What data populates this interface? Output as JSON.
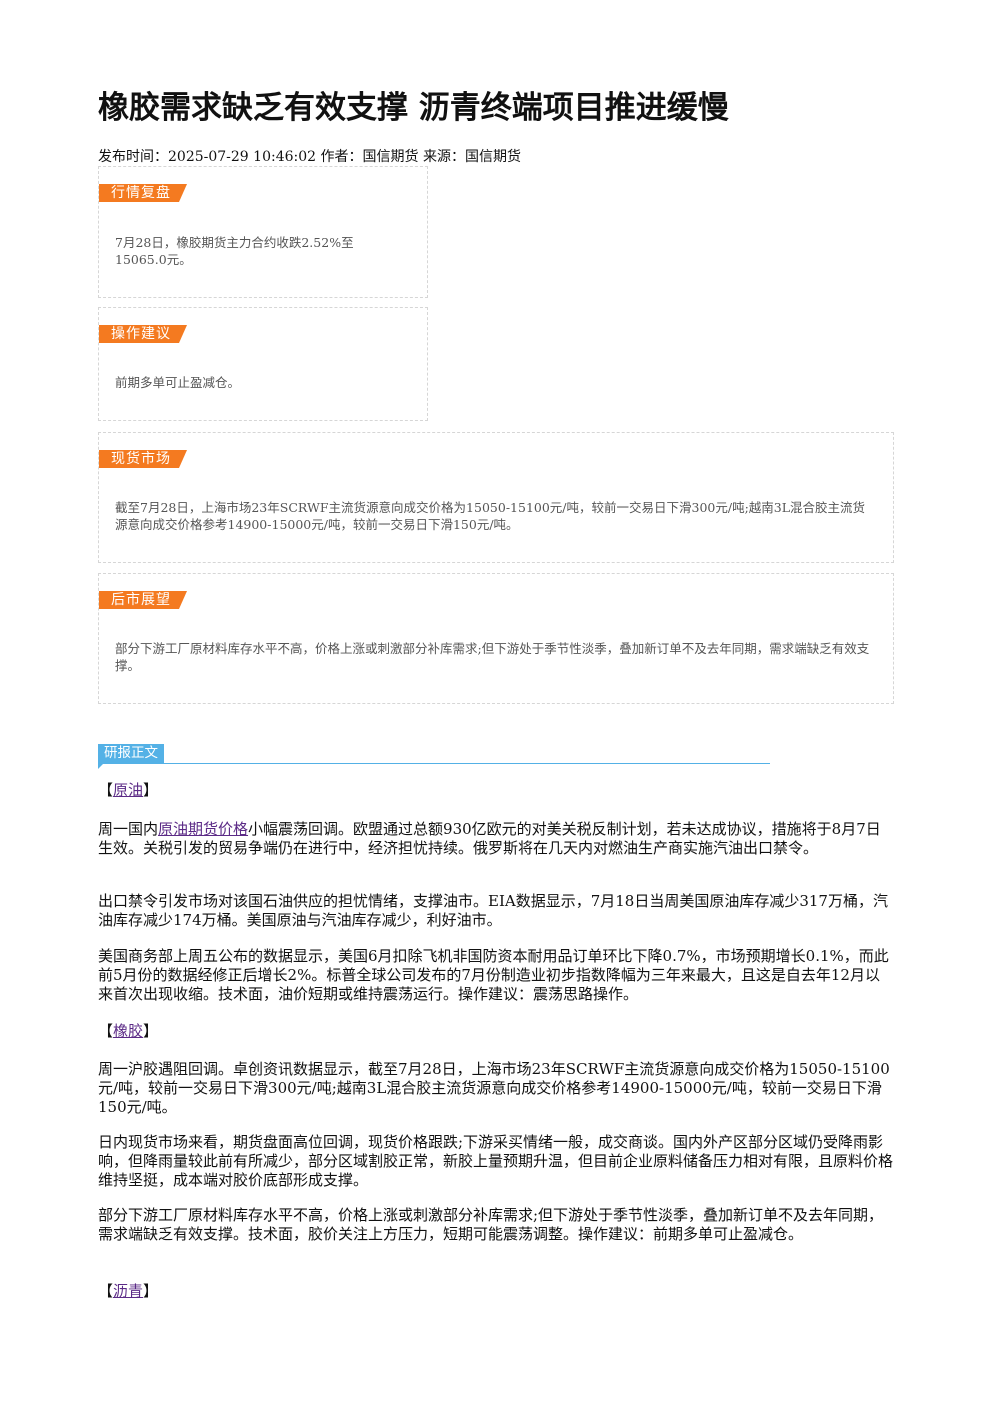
{
  "article": {
    "title": "橡胶需求缺乏有效支撑 沥青终端项目推进缓慢",
    "meta": "发布时间：2025-07-29 10:46:02 作者：国信期货 来源：国信期货"
  },
  "cards": {
    "review": {
      "tag": "行情复盘",
      "text": "7月28日，橡胶期货主力合约收跌2.52%至15065.0元。"
    },
    "advice": {
      "tag": "操作建议",
      "text": "前期多单可止盈减仓。"
    },
    "spot": {
      "tag": "现货市场",
      "text": "截至7月28日，上海市场23年SCRWF主流货源意向成交价格为15050-15100元/吨，较前一交易日下滑300元/吨;越南3L混合胶主流货源意向成交价格参考14900-15000元/吨，较前一交易日下滑150元/吨。"
    },
    "outlook": {
      "tag": "后市展望",
      "text": "部分下游工厂原材料库存水平不高，价格上涨或刺激部分补库需求;但下游处于季节性淡季，叠加新订单不及去年同期，需求端缺乏有效支撑。"
    }
  },
  "report": {
    "section_label": "研报正文",
    "bracket_open": "【",
    "bracket_close": "】",
    "crude": {
      "heading": "原油",
      "p1_prefix": "周一国内",
      "p1_link": "原油期货价格",
      "p1_rest": "小幅震荡回调。欧盟通过总额930亿欧元的对美关税反制计划，若未达成协议，措施将于8月7日生效。关税引发的贸易争端仍在进行中，经济担忧持续。俄罗斯将在几天内对燃油生产商实施汽油出口禁令。",
      "p2": "出口禁令引发市场对该国石油供应的担忧情绪，支撑油市。EIA数据显示，7月18日当周美国原油库存减少317万桶，汽油库存减少174万桶。美国原油与汽油库存减少，利好油市。",
      "p3": "美国商务部上周五公布的数据显示，美国6月扣除飞机非国防资本耐用品订单环比下降0.7%，市场预期增长0.1%，而此前5月份的数据经修正后增长2%。标普全球公司发布的7月份制造业初步指数降幅为三年来最大，且这是自去年12月以来首次出现收缩。技术面，油价短期或维持震荡运行。操作建议：震荡思路操作。"
    },
    "rubber": {
      "heading": "橡胶",
      "p1": "周一沪胶遇阻回调。卓创资讯数据显示，截至7月28日，上海市场23年SCRWF主流货源意向成交价格为15050-15100元/吨，较前一交易日下滑300元/吨;越南3L混合胶主流货源意向成交价格参考14900-15000元/吨，较前一交易日下滑150元/吨。",
      "p2": "日内现货市场来看，期货盘面高位回调，现货价格跟跌;下游采买情绪一般，成交商谈。国内外产区部分区域仍受降雨影响，但降雨量较此前有所减少，部分区域割胶正常，新胶上量预期升温，但目前企业原料储备压力相对有限，且原料价格维持坚挺，成本端对胶价底部形成支撑。",
      "p3": "部分下游工厂原材料库存水平不高，价格上涨或刺激部分补库需求;但下游处于季节性淡季，叠加新订单不及去年同期，需求端缺乏有效支撑。技术面，胶价关注上方压力，短期可能震荡调整。操作建议：前期多单可止盈减仓。"
    },
    "asphalt": {
      "heading": "沥青"
    }
  }
}
